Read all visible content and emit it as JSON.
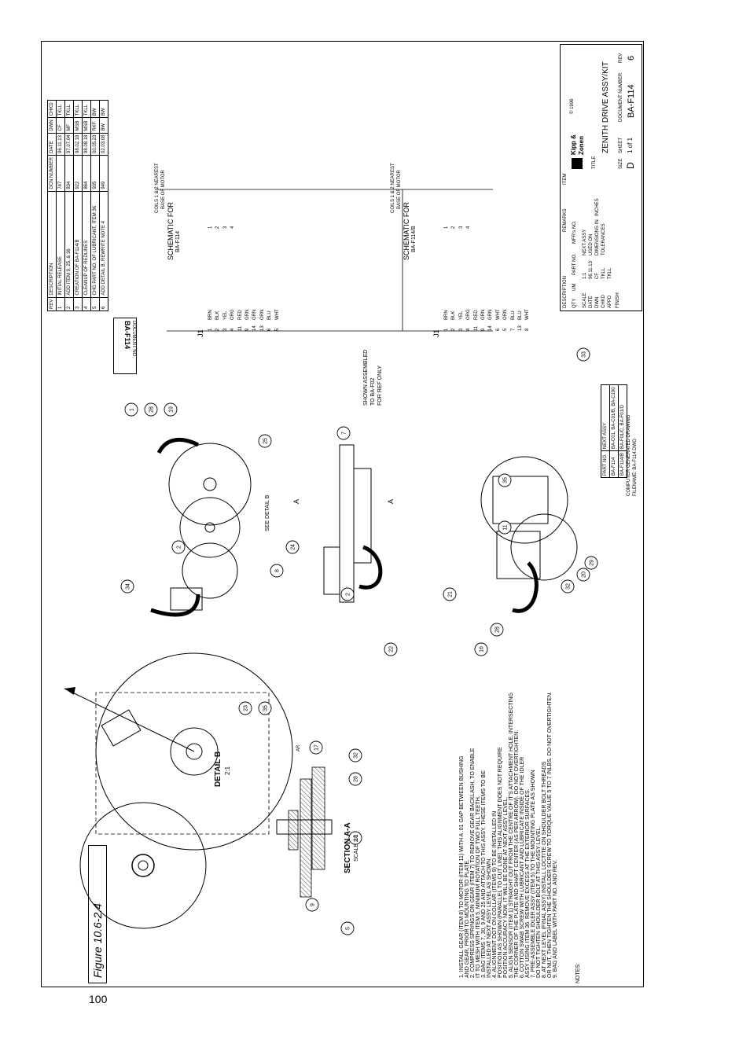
{
  "caption": "Figure 10.6-2.4",
  "page_number": "100",
  "document_label": "DOCUMENT NO.",
  "document_number": "BA-F114",
  "revision_table": {
    "headers": [
      "REV",
      "DESCRIPTION",
      "DCN NUMBER",
      "DATE",
      "DWN",
      "CHKD"
    ],
    "rows": [
      [
        "1",
        "INITIAL RELEASE",
        "747",
        "96.11.13",
        "CF",
        "TKLL"
      ],
      [
        "2",
        "ADD ITEM 9, 25, & 36",
        "834",
        "97.07.04",
        "MF",
        "TKLL"
      ],
      [
        "3",
        "CREATION OF BA-F114/B",
        "922",
        "98.02.18",
        "MSB",
        "TKLL"
      ],
      [
        "4",
        "CLEANUP OF REDLINES",
        "864",
        "98.08.18",
        "MSB",
        "TKLL"
      ],
      [
        "5",
        "CHG PART NO. OF LUBRICANT, ITEM 36",
        "905",
        "00.05.23",
        "RKF",
        "BW"
      ],
      [
        "6",
        "ADD DETAIL B, REWRITE NOTE 4",
        "949",
        "02.03.08",
        "BW",
        "BW"
      ]
    ]
  },
  "schematic_1": {
    "title": "SCHEMATIC FOR",
    "subtitle": "BA-F114",
    "connector": "J1",
    "coil_note_1": "COILS 1 & 2 NEAREST",
    "coil_note_2": "BASE OF MOTOR",
    "pins": [
      "1",
      "2",
      "3",
      "4",
      "11",
      "9",
      "14",
      "13",
      "6",
      "5"
    ],
    "wires": [
      "BRN",
      "BLK",
      "YEL",
      "ORG",
      "RED",
      "GRN",
      "GRN",
      "ORN",
      "BLU",
      "WHT"
    ],
    "coil_numbers": [
      "1",
      "2",
      "3",
      "4"
    ]
  },
  "schematic_2": {
    "title": "SCHEMATIC FOR",
    "subtitle": "BA-F114/B",
    "connector": "J1",
    "coil_note_1": "COILS 1 & 2 NEAREST",
    "coil_note_2": "BASE OF MOTOR",
    "pins": [
      "1",
      "2",
      "3",
      "4",
      "11",
      "9",
      "14",
      "6",
      "5",
      "7",
      "13",
      "8"
    ],
    "wires": [
      "BRN",
      "BLK",
      "YEL",
      "ORG",
      "RED",
      "GRN",
      "GRN",
      "WHT",
      "ORN",
      "BLU",
      "BLU",
      "WHT"
    ],
    "coil_numbers": [
      "1",
      "2",
      "3",
      "4"
    ]
  },
  "views": {
    "see_detail": "SEE DETAIL B",
    "assembled_1": "SHOWN ASSEMBLED",
    "assembled_2": "TO BA-F02",
    "assembled_3": "FOR REF ONLY",
    "section_marker": "A",
    "detail_title": "DETAIL B",
    "detail_scale": "2:1",
    "section_title": "SECTION A-A",
    "section_scale": "SCALE 2:1",
    "ar": "AR"
  },
  "balloons": {
    "top": [
      "1",
      "28",
      "19",
      "25",
      "8",
      "24",
      "34",
      "2",
      "7",
      "2",
      "22",
      "21",
      "11",
      "35",
      "16",
      "28",
      "32",
      "20",
      "29",
      "33"
    ],
    "detail": [
      "9",
      "23",
      "35",
      "17",
      "18",
      "28",
      "32",
      "5"
    ]
  },
  "notes_label": "NOTES:",
  "notes": [
    "1. INSTALL GEAR (ITEM 8) TO MOTOR (ITEM 11) WITH A .01 GAP BETWEEN BUSHING",
    "   AND GEAR, PRIOR TO MOUNTING TO PLATE.",
    "2. COMPRESS SPRINGS ON GEAR (ITEM 7) TO REMOVE GEAR BACKLASH, TO ENABLE",
    "   IT TO MESH WITH ITEM 5, MINIMUM ROTATION OF TWO FULL TEETH.",
    "3. BAG ITEMS 7, 30, 9 AND 25 AND ATTACH TO THIS ASSY. THESE ITEMS TO BE",
    "   INSTALLED AT NEXT ASSY LEVEL AS SHOWN.",
    "4. ALIGNMENT DOT ON COLLAR (ITEMS 9) TO BE INSTALLED IN",
    "   POSITION AS SHOWN (PARALLEL TO CUT LINE). THIS ALIGNMENT DOES NOT REQUIRE",
    "   POSITION ACCURACY NOW, IT WILL BE DONE AT NEXT ASSY LEVEL.",
    "5. ALIGN SENSOR (ITEM 1) STRAIGHT OUT FROM THE CENTRE OF IT'S ATTACHMENT HOLE, INTERSECTING",
    "   THE CORNER OF THE PLATE AND SHAFT CENTER (AS PER ARROW). DO NOT OVERTIGHTEN.",
    "6. COTTON SWAB SCREW WITH LUBRICANT AND LUBRICATE INSIDE OF THE IDLER",
    "   ASSY USING ITEM 36. REMOVE EXCESS AT THE EXTERIOR SURFACES.",
    "7. PRE-ASSEMBLE IDLER ASSY (ITEM 5) TO THE MOUNTING PLATE AS SHOWN",
    "   DO NOT TIGHTEN SHOULDER BOLT AT THIS ASSY LEVEL.",
    "8. AT NEXT LEVEL (FINAL ASSY) INSTALL LOCTITE ON SHOULDER BOLT THREADS",
    "   OR NUT, THEN TIGHTEN THE SHOULDER SCREW TO TORQUE VALUE 5 TO 7 INLBS. DO NOT OVERTIGHTEN.",
    "9. BAG AND LABEL WITH PART NO. AND REV."
  ],
  "next_assy_table": {
    "headers": [
      "PART NO.",
      "NEXT ASSY"
    ],
    "rows": [
      [
        "BA-F114",
        "BA-C01, BA-C01/B, BA-C190"
      ],
      [
        "BA-F114/B",
        "BA-F01/C, BA-F01/D"
      ]
    ]
  },
  "title_block": {
    "company_1": "Kipp &",
    "company_2": "Zonen",
    "title_label": "TITLE",
    "title": "ZENITH DRIVE ASSY/KIT",
    "size_label": "SIZE",
    "size": "D",
    "sheet_label": "SHEET",
    "sheet": "1 of 1",
    "docnum_label": "DOCUMENT NUMBER",
    "docnum": "BA-F114",
    "rev_label": "REV",
    "rev": "6",
    "description_label": "DESCRIPTION",
    "remarks_label": "REMARKS",
    "item_label": "ITEM",
    "copyright": "© 1996",
    "bom_headers": [
      "QTY",
      "UM",
      "PART NO.",
      "MFR's NO."
    ],
    "scale_label": "SCALE",
    "scale": "1:1",
    "date_label": "DATE",
    "date": "96.11.13",
    "dwn_label": "DWN",
    "dwn": "CF",
    "chkd_label": "CHKD",
    "chkd": "TKLL",
    "apprd_label": "APPD",
    "apprd": "TKLL",
    "finish_label": "FINISH",
    "next_assy_label": "NEXT ASSY",
    "used_on_label": "USED ON",
    "dims_label": "DIMENSIONS IN",
    "dims": "INCHES",
    "tol_label": "TOLERANCES",
    "computer_note_1": "COMPUTER GENERATED DRAWING",
    "computer_note_2": "FILENAME: BA-F114.DWG"
  }
}
